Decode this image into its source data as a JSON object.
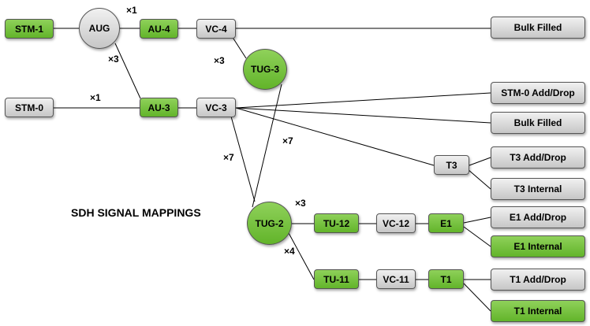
{
  "title": "SDH SIGNAL MAPPINGS",
  "colors": {
    "green": "#62b42a",
    "gray": "#c6c6c6",
    "line": "#000000"
  },
  "nodes": {
    "stm1": "STM-1",
    "aug": "AUG",
    "au4": "AU-4",
    "vc4": "VC-4",
    "bulk1": "Bulk Filled",
    "tug3": "TUG-3",
    "stm0": "STM-0",
    "au3": "AU-3",
    "vc3": "VC-3",
    "stm0_adddrop": "STM-0 Add/Drop",
    "bulk2": "Bulk Filled",
    "t3": "T3",
    "t3_adddrop": "T3 Add/Drop",
    "t3_internal": "T3 Internal",
    "tug2": "TUG-2",
    "tu12": "TU-12",
    "vc12": "VC-12",
    "e1": "E1",
    "e1_adddrop": "E1 Add/Drop",
    "e1_internal": "E1 Internal",
    "tu11": "TU-11",
    "vc11": "VC-11",
    "t1": "T1",
    "t1_adddrop": "T1 Add/Drop",
    "t1_internal": "T1 Internal"
  },
  "multipliers": {
    "aug_au4": "×1",
    "aug_au3": "×3",
    "vc4_tug3": "×3",
    "stm0_au3": "×1",
    "tug3_tug2": "×7",
    "vc3_tug2": "×7",
    "tug2_tu12": "×3",
    "tug2_tu11": "×4"
  }
}
